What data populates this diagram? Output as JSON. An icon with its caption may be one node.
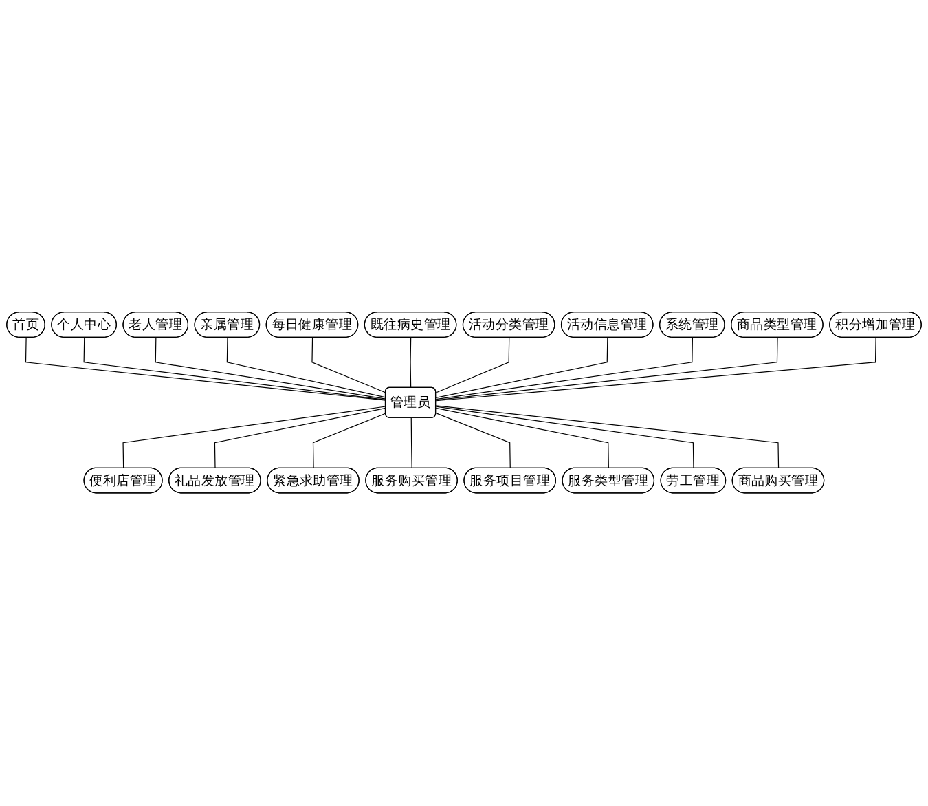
{
  "diagram": {
    "nodes": [
      {
        "text": [
          "首页"
        ]
      },
      {
        "text": [
          "个人中心"
        ]
      },
      {
        "text": [
          "老人管理"
        ]
      },
      {
        "text": [
          "亲属管理"
        ]
      },
      {
        "text": [
          "每日健康管理"
        ]
      },
      {
        "text": [
          "既往病史管理"
        ]
      },
      {
        "text": [
          "活动分类管理"
        ]
      },
      {
        "text": [
          "活动信息管理"
        ]
      },
      {
        "text": [
          "系统管理"
        ]
      },
      {
        "text": [
          "商品类型管理"
        ]
      },
      {
        "text": [
          "积分增加管理"
        ]
      },
      {
        "text": [
          "管理员"
        ]
      },
      {
        "text": [
          "便利店管理"
        ]
      },
      {
        "text": [
          "礼品发放管理"
        ]
      },
      {
        "text": [
          "紧急求助管理"
        ]
      },
      {
        "text": [
          "服务购买管理"
        ]
      },
      {
        "text": [
          "服务项目管理"
        ]
      },
      {
        "text": [
          "服务类型管理"
        ]
      },
      {
        "text": [
          "劳工管理"
        ]
      },
      {
        "text": [
          "商品购买管理"
        ]
      }
    ],
    "edges": [
      {
        "from": 0,
        "to": 11,
        "arrow": "none"
      },
      {
        "from": 1,
        "to": 11,
        "arrow": "none"
      },
      {
        "from": 2,
        "to": 11,
        "arrow": "none"
      },
      {
        "from": 3,
        "to": 11,
        "arrow": "none"
      },
      {
        "from": 4,
        "to": 11,
        "arrow": "none"
      },
      {
        "from": 5,
        "to": 11,
        "arrow": "none"
      },
      {
        "from": 6,
        "to": 11,
        "arrow": "none"
      },
      {
        "from": 7,
        "to": 11,
        "arrow": "none"
      },
      {
        "from": 8,
        "to": 11,
        "arrow": "none"
      },
      {
        "from": 9,
        "to": 11,
        "arrow": "none"
      },
      {
        "from": 10,
        "to": 11,
        "arrow": "none"
      },
      {
        "from": 11,
        "to": 12,
        "arrow": "none"
      },
      {
        "from": 11,
        "to": 13,
        "arrow": "none"
      },
      {
        "from": 11,
        "to": 14,
        "arrow": "none"
      },
      {
        "from": 11,
        "to": 15,
        "arrow": "none"
      },
      {
        "from": 11,
        "to": 16,
        "arrow": "none"
      },
      {
        "from": 11,
        "to": 17,
        "arrow": "none"
      },
      {
        "from": 11,
        "to": 18,
        "arrow": "none"
      },
      {
        "from": 11,
        "to": 19,
        "arrow": "none"
      }
    ]
  }
}
